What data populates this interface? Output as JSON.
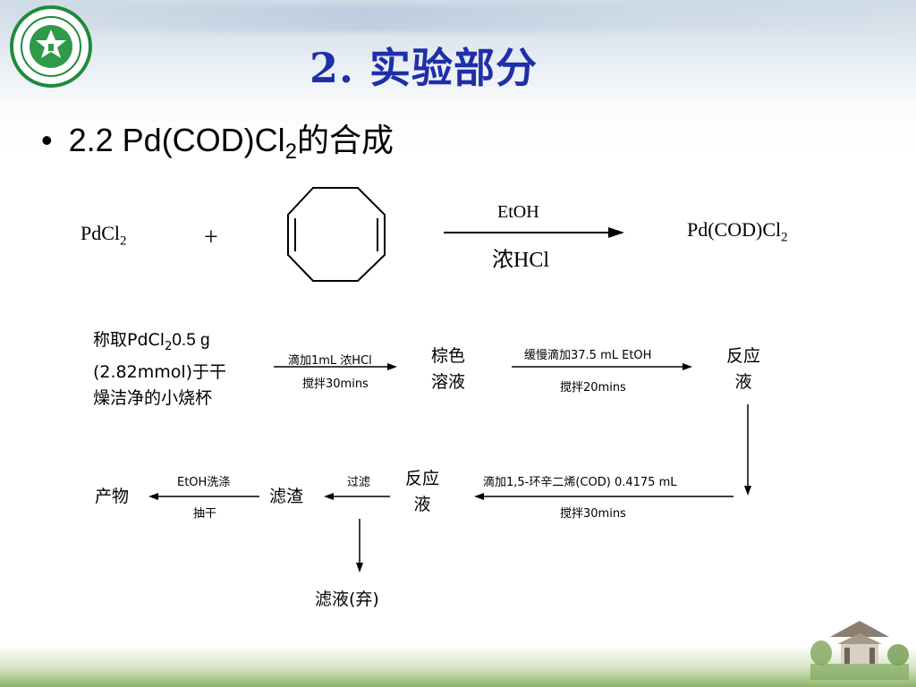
{
  "slide": {
    "title": "2. 实验部分",
    "bullet": {
      "symbol": "•",
      "text_main": "2.2  Pd(COD)Cl",
      "text_sub": "2",
      "text_tail": "的合成"
    }
  },
  "reaction": {
    "reactant": {
      "main": "PdCl",
      "sub": "2"
    },
    "plus": "+",
    "condition_top": "EtOH",
    "condition_bottom": "浓HCl",
    "product": {
      "main": "Pd(COD)Cl",
      "sub": "2"
    }
  },
  "flow": {
    "start": {
      "line1_a": "称取PdCl",
      "line1_sub": "2",
      "line1_b": "0.5 g",
      "line2": "(2.82mmol)于干",
      "line3": "燥洁净的小烧杯"
    },
    "step1_top": "滴加1mL 浓HCl",
    "step1_bottom": "搅拌30mins",
    "brown_solution": [
      "棕色",
      "溶液"
    ],
    "step2_top": "缓慢滴加37.5 mL EtOH",
    "step2_bottom": "搅拌20mins",
    "reaction_liquid_1": [
      "反应",
      "液"
    ],
    "step3_top": "滴加1,5-环辛二烯(COD) 0.4175 mL",
    "step3_bottom": "搅拌30mins",
    "reaction_liquid_2": [
      "反应",
      "液"
    ],
    "filter": "过滤",
    "residue": "滤渣",
    "wash_top": "EtOH洗涤",
    "wash_bottom": "抽干",
    "product": "产物",
    "filtrate": "滤液(弃)"
  },
  "colors": {
    "title": "#1f2fa8",
    "logo": "#1f8a3a"
  }
}
